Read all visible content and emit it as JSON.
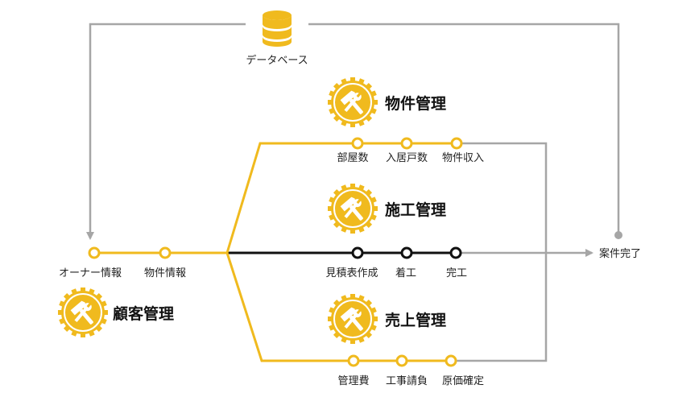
{
  "database": {
    "label": "データベース"
  },
  "colors": {
    "accent": "#F0BA1E",
    "main": "#111111",
    "gray": "#A6A6A6"
  },
  "groups": {
    "customer": {
      "title": "顧客管理",
      "icon": "hammer-wrench-gear-icon"
    },
    "property": {
      "title": "物件管理",
      "icon": "hammer-wrench-gear-icon"
    },
    "construction": {
      "title": "施工管理",
      "icon": "hammer-wrench-gear-icon"
    },
    "sales": {
      "title": "売上管理",
      "icon": "hammer-wrench-gear-icon"
    }
  },
  "nodes": {
    "owner_info": "オーナー情報",
    "property_info": "物件情報",
    "rooms": "部屋数",
    "move_in": "入居戸数",
    "property_income": "物件収入",
    "estimate": "見積表作成",
    "start_work": "着工",
    "completion": "完工",
    "management_fee": "管理費",
    "construction_billing": "工事請負",
    "cost_finalize": "原価確定"
  },
  "end": {
    "label": "案件完了"
  }
}
